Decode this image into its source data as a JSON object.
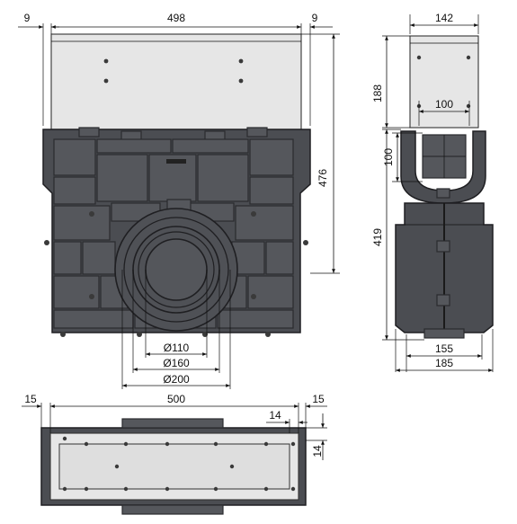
{
  "front_view": {
    "dims": {
      "left_margin": "9",
      "width": "498",
      "right_margin": "9",
      "height": "476",
      "pipe_110": "Ø110",
      "pipe_160": "Ø160",
      "pipe_200": "Ø200"
    }
  },
  "side_view": {
    "dims": {
      "top_width": "142",
      "lid_height": "188",
      "inner_width": "100",
      "inlet_height": "100",
      "body_height": "419",
      "base_inner": "155",
      "base_outer": "185"
    }
  },
  "top_view": {
    "dims": {
      "left_margin": "15",
      "width": "500",
      "right_margin": "15",
      "rim_x": "14",
      "rim_y": "14"
    }
  },
  "colors": {
    "body": "#4b4d52",
    "lid": "#e6e6e6",
    "line": "#111111"
  }
}
